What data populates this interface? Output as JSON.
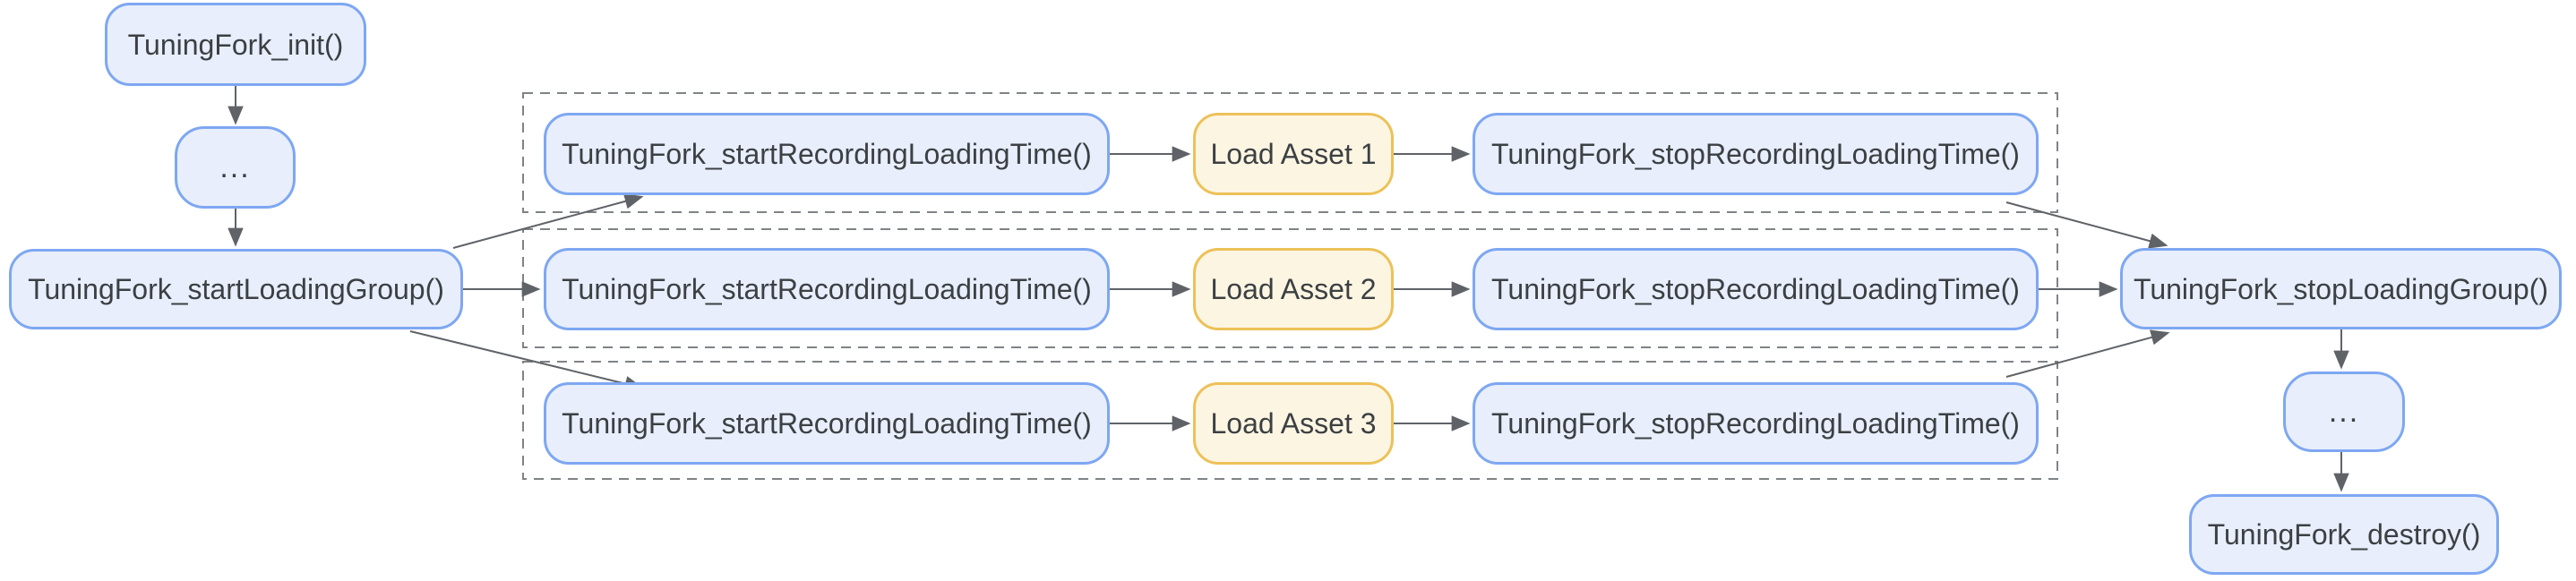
{
  "nodes": {
    "init": {
      "label": "TuningFork_init()"
    },
    "ellipsis_top": {
      "label": "..."
    },
    "start_loading_group": {
      "label": "TuningFork_startLoadingGroup()"
    },
    "stop_loading_group": {
      "label": "TuningFork_stopLoadingGroup()"
    },
    "ellipsis_bottom": {
      "label": "..."
    },
    "destroy": {
      "label": "TuningFork_destroy()"
    }
  },
  "rows": [
    {
      "start": "TuningFork_startRecordingLoadingTime()",
      "asset": "Load Asset 1",
      "stop": "TuningFork_stopRecordingLoadingTime()"
    },
    {
      "start": "TuningFork_startRecordingLoadingTime()",
      "asset": "Load Asset 2",
      "stop": "TuningFork_stopRecordingLoadingTime()"
    },
    {
      "start": "TuningFork_startRecordingLoadingTime()",
      "asset": "Load Asset 3",
      "stop": "TuningFork_stopRecordingLoadingTime()"
    }
  ],
  "theme": {
    "node_fill": "#E8EEFC",
    "node_border": "#7EA7F2",
    "asset_fill": "#FCF5E2",
    "asset_border": "#EDC158",
    "arrow_color": "#5F6368",
    "dash_color": "#7E8387",
    "text_color": "#3C4043",
    "background": "#FFFFFF"
  }
}
